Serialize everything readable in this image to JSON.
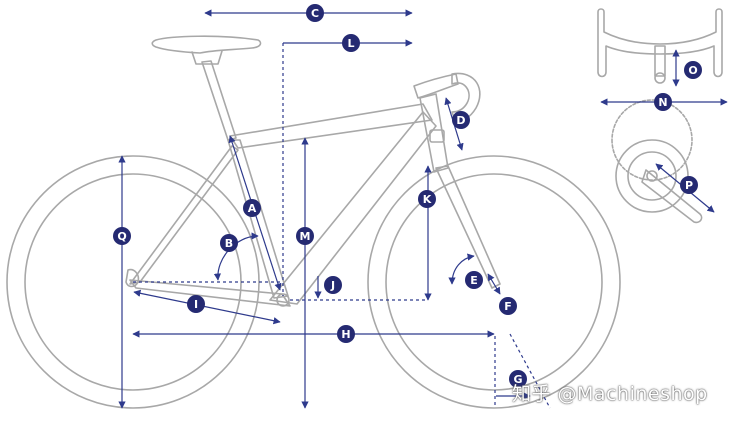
{
  "colors": {
    "frame": "#a8a8a8",
    "dimension": "#2e3a8c",
    "badge": "#252a72",
    "background": "#ffffff"
  },
  "labels": {
    "A": "A",
    "B": "B",
    "C": "C",
    "D": "D",
    "E": "E",
    "F": "F",
    "G": "G",
    "H": "H",
    "I": "I",
    "J": "J",
    "K": "K",
    "L": "L",
    "M": "M",
    "N": "N",
    "O": "O",
    "P": "P",
    "Q": "Q"
  },
  "watermark": "知乎 @Machineshop"
}
